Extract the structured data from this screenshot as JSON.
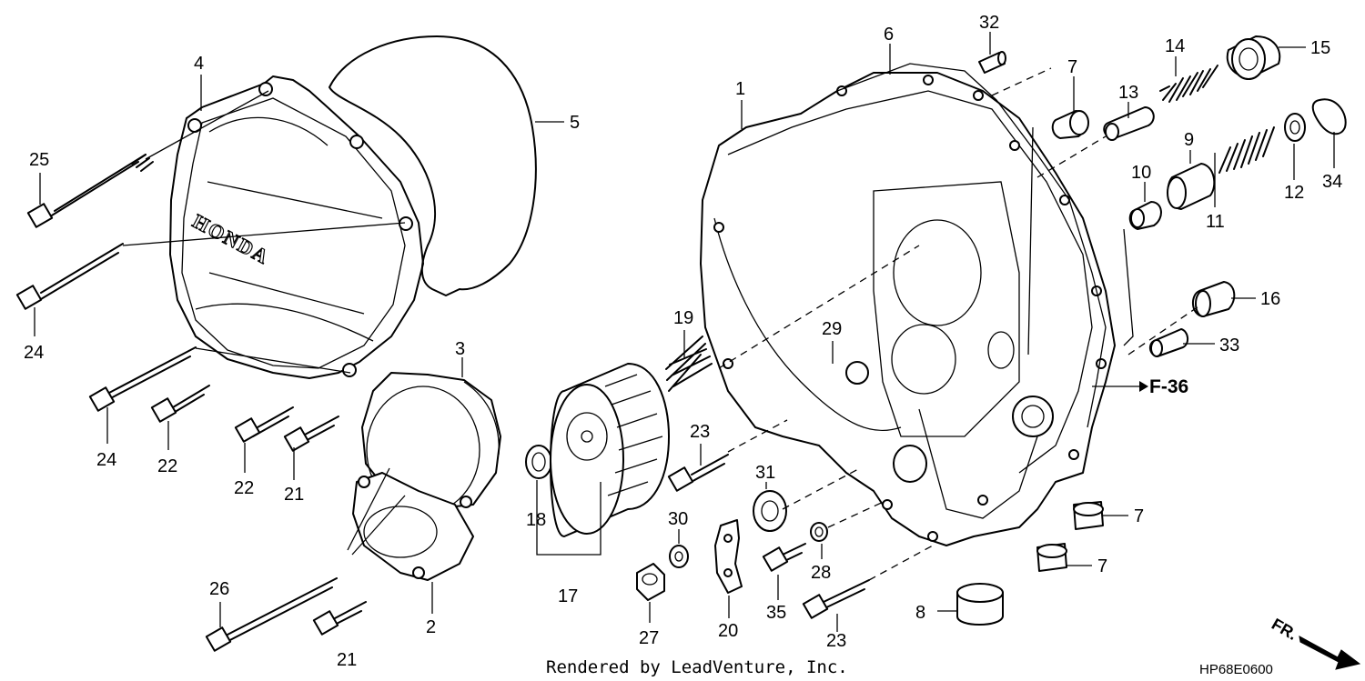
{
  "brand_text": "HONDA",
  "callouts": {
    "n1": "1",
    "n2": "2",
    "n3": "3",
    "n4": "4",
    "n5": "5",
    "n6": "6",
    "n7a": "7",
    "n7b": "7",
    "n7c": "7",
    "n8": "8",
    "n9": "9",
    "n10": "10",
    "n11": "11",
    "n12": "12",
    "n13": "13",
    "n14": "14",
    "n15": "15",
    "n16": "16",
    "n17": "17",
    "n18": "18",
    "n19": "19",
    "n20": "20",
    "n21a": "21",
    "n21b": "21",
    "n22a": "22",
    "n22b": "22",
    "n23a": "23",
    "n23b": "23",
    "n24a": "24",
    "n24b": "24",
    "n25": "25",
    "n26": "26",
    "n27": "27",
    "n28": "28",
    "n29": "29",
    "n30": "30",
    "n31": "31",
    "n32": "32",
    "n33": "33",
    "n34": "34",
    "n35": "35"
  },
  "reference": "F-36",
  "footer_text": "Rendered by LeadVenture, Inc.",
  "diagram_code": "HP68E0600",
  "direction_label": "FR."
}
